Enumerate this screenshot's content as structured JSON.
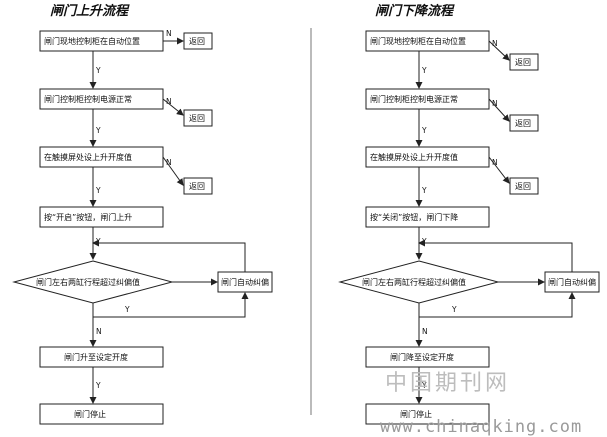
{
  "left": {
    "title": "闸门上升流程",
    "step1": "闸门现地控制柜在自动位置",
    "step2": "闸门控制柜控制电源正常",
    "step3": "在触摸屏处设上升开度值",
    "step4": "按“开启”按钮，闸门上升",
    "decision": "闸门左右两缸行程超过纠偏值",
    "correct": "闸门自动纠偏",
    "step5": "闸门升至设定开度",
    "step6": "闸门停止"
  },
  "right": {
    "title": "闸门下降流程",
    "step1": "闸门现地控制柜在自动位置",
    "step2": "闸门控制柜控制电源正常",
    "step3": "在触摸屏处设上升开度值",
    "step4": "按“关闭”按钮，闸门下降",
    "decision": "闸门左右两缸行程超过纠偏值",
    "correct": "闸门自动纠偏",
    "step5": "闸门降至设定开度",
    "step6": "闸门停止"
  },
  "labels": {
    "yes": "Y",
    "no": "N",
    "return": "返回"
  },
  "watermark": {
    "cn": "中国期刊网",
    "url": "www.chinaqking.com"
  }
}
